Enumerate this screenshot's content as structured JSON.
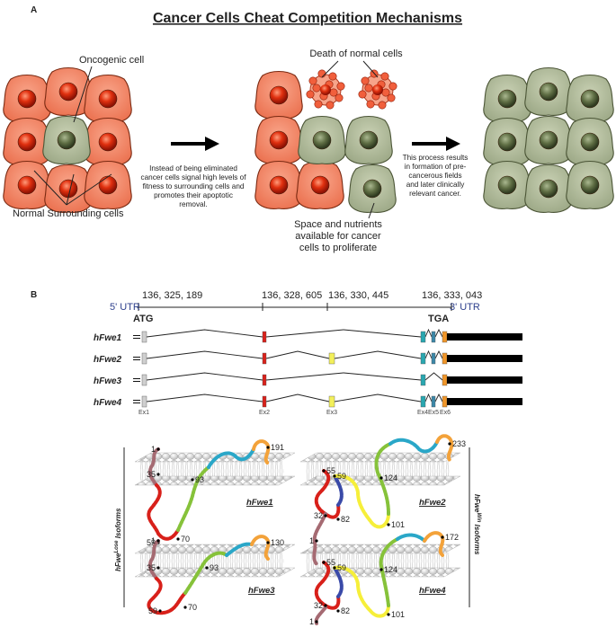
{
  "panel_a": {
    "label": "A",
    "title": "Cancer Cells Cheat Competition Mechanisms",
    "oncogenic_cell": "Oncogenic cell",
    "death_label": "Death of normal cells",
    "normal_cells": "Normal Surrounding cells",
    "text_left": [
      "Instead of being eliminated",
      "cancer cells signal high levels of",
      "fitness to surrounding cells and",
      "promotes their apoptotic",
      "removal."
    ],
    "text_space": [
      "Space and nutrients",
      "available for cancer",
      "cells to proliferate"
    ],
    "text_right": [
      "This process results",
      "in formation of pre-",
      "cancerous fields",
      "and later clinically",
      "relevant cancer."
    ],
    "colors": {
      "normal_cell": "#f08a6a",
      "normal_nucleus": "#d81e08",
      "cancer_cell": "#b5bfa0",
      "cancer_nucleus": "#6a7a4d"
    }
  },
  "panel_b": {
    "label": "B",
    "coords": [
      "136, 325, 189",
      "136, 328, 605",
      "136, 330, 445",
      "136, 333, 043"
    ],
    "utr5": "5' UTR",
    "utr3": "3' UTR",
    "atg": "ATG",
    "tga": "TGA",
    "isoforms": [
      {
        "name": "hFwe1",
        "exons": [
          "Ex1",
          "Ex2",
          "Ex4",
          "Ex5",
          "Ex6"
        ]
      },
      {
        "name": "hFwe2",
        "exons": [
          "Ex1",
          "Ex2",
          "Ex3",
          "Ex4",
          "Ex5",
          "Ex6"
        ]
      },
      {
        "name": "hFwe3",
        "exons": [
          "Ex1",
          "Ex2",
          "Ex4",
          "Ex6"
        ]
      },
      {
        "name": "hFwe4",
        "exons": [
          "Ex1",
          "Ex2",
          "Ex3",
          "Ex4",
          "Ex5",
          "Ex6"
        ]
      }
    ],
    "exon_labels": [
      "Ex1",
      "Ex2",
      "Ex3",
      "Ex4",
      "Ex5",
      "Ex6"
    ],
    "exon_colors": {
      "Ex1": "#cfcfcf",
      "Ex2": "#d9211a",
      "Ex3": "#f3f05a",
      "Ex4": "#2aa7b0",
      "Ex5": "#3c88a8",
      "Ex6": "#f0962a"
    }
  },
  "proteins": {
    "hFwe1": {
      "label": "hFwe1",
      "marks": [
        "1",
        "35",
        "93",
        "59",
        "70",
        "191"
      ]
    },
    "hFwe2": {
      "label": "hFwe2",
      "marks": [
        "55",
        "59",
        "124",
        "32",
        "82",
        "101",
        "1",
        "233"
      ]
    },
    "hFwe3": {
      "label": "hFwe3",
      "marks": [
        "1",
        "35",
        "93",
        "59",
        "70",
        "130"
      ]
    },
    "hFwe4": {
      "label": "hFwe4",
      "marks": [
        "55",
        "59",
        "124",
        "32",
        "82",
        "101",
        "1",
        "172"
      ]
    },
    "side_left_prefix": "hFwe",
    "side_left_sup": "Lose",
    "side_left_suffix": " Isoforms",
    "side_right_prefix": "hFwe",
    "side_right_sup": "Win",
    "side_right_suffix": " Isoforms"
  }
}
